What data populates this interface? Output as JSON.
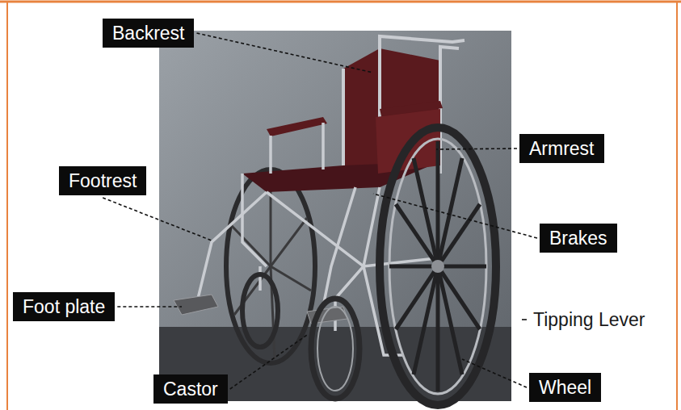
{
  "diagram": {
    "labels": [
      "Backrest",
      "Armrest",
      "Footrest",
      "Brakes",
      "Foot plate",
      "Tipping Lever",
      "Castor",
      "Wheel"
    ]
  }
}
